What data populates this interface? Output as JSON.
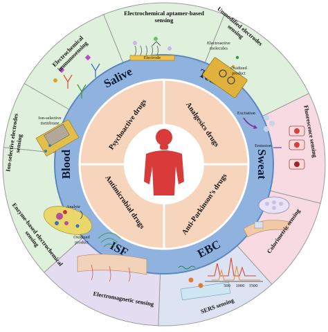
{
  "outer_segments": [
    {
      "id": "electrochemical-aptamer",
      "title": "Electrochemical aptamer-based sensing",
      "color": "#dff0dc",
      "labels": [
        "Electrode"
      ]
    },
    {
      "id": "unmodified-electrodes",
      "title": "Unmodified electrodes sensing",
      "color": "#dff0dc",
      "labels": [
        "Electroactive molecules",
        "Oxidized product"
      ]
    },
    {
      "id": "fluorescence",
      "title": "Fluorescence sensing",
      "color": "#f8dbe2",
      "labels": [
        "Excitation",
        "Emission"
      ]
    },
    {
      "id": "colorimetric",
      "title": "Colorimetric sensing",
      "color": "#f8dbe2",
      "labels": []
    },
    {
      "id": "sers",
      "title": "SERS sensing",
      "color": "#dde3f3",
      "labels": [
        "500",
        "1000",
        "1500"
      ]
    },
    {
      "id": "electromagnetic",
      "title": "Electromagnetic sensing",
      "color": "#e4dcf0",
      "labels": []
    },
    {
      "id": "enzyme-electrochemical",
      "title": "Enzyme-based electrochemical sensing",
      "color": "#dff0dc",
      "labels": [
        "Analyte",
        "Oxidized product"
      ]
    },
    {
      "id": "ion-selective",
      "title": "Ion-selective electrodes sensing",
      "color": "#dff0dc",
      "labels": [
        "Ion-selective membrane"
      ]
    },
    {
      "id": "electrochemical-immuno",
      "title": "Electrochemical immunosensing",
      "color": "#dff0dc",
      "labels": []
    }
  ],
  "biofluids": [
    "Salive",
    "Tear",
    "Sweat",
    "EBC",
    "ISF",
    "Blood"
  ],
  "drugs": [
    "Psychoactive drugs",
    "Analgesics drugs",
    "Anti-Parkinson’s drugs",
    "Antimicrobial drugs"
  ],
  "colors": {
    "ring": "#8fb3de",
    "ring_stroke": "#5b86bf",
    "inner": "#f7d5bd",
    "body": "#d93a3a",
    "divider": "#ffffff"
  },
  "icons": [
    "human-body-icon",
    "electrode-icon",
    "antibody-icon",
    "cuvette-icon",
    "petri-dish-icon",
    "arm-patch-icon",
    "spectrum-icon",
    "skin-tissue-icon",
    "enzyme-icon",
    "membrane-electrode-icon"
  ]
}
